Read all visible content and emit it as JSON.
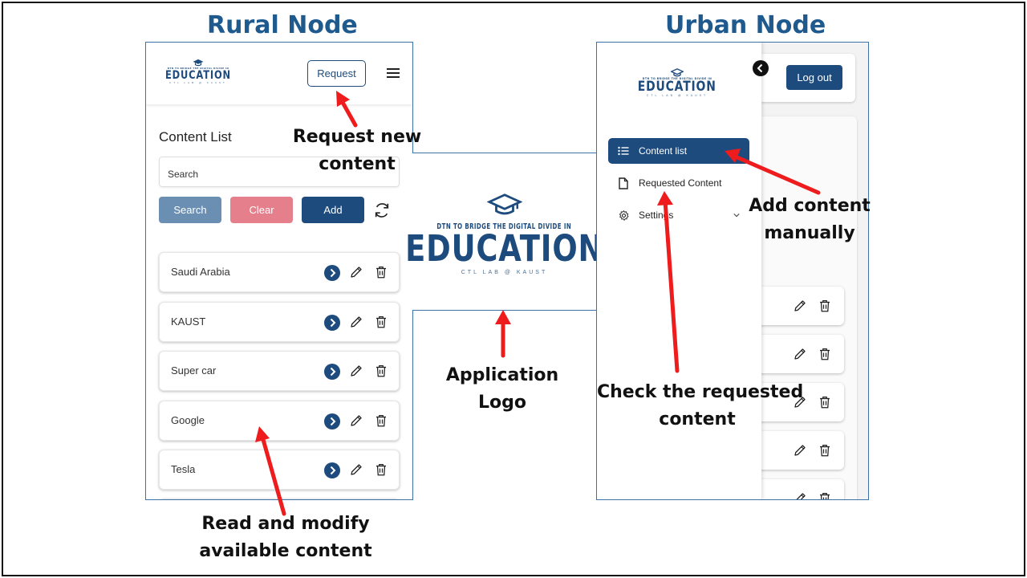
{
  "titles": {
    "rural": "Rural Node",
    "urban": "Urban Node"
  },
  "logo": {
    "tagline": "DTN TO BRIDGE THE DIGITAL DIVIDE IN",
    "wordmark": "EDUCATION",
    "subline": "CTL LAB @ KAUST"
  },
  "rural": {
    "request_label": "Request",
    "content_list_title": "Content List",
    "search_placeholder": "Search",
    "search_button": "Search",
    "clear_button": "Clear",
    "add_button": "Add",
    "items": [
      "Saudi Arabia",
      "KAUST",
      "Super car",
      "Google",
      "Tesla"
    ]
  },
  "urban": {
    "logout_label": "Log out",
    "menu": {
      "content_list": "Content list",
      "requested_content": "Requested Content",
      "settings": "Settings"
    }
  },
  "annotations": {
    "request_new": [
      "Request new",
      "content"
    ],
    "app_logo": [
      "Application",
      "Logo"
    ],
    "read_modify": [
      "Read and modify",
      "available content"
    ],
    "add_manual": [
      "Add content",
      "manually"
    ],
    "check_requested": [
      "Check the requested",
      "content"
    ]
  },
  "colors": {
    "brand_navy": "#1e4b7d",
    "title_blue": "#1f5a8f",
    "search_btn": "#6a8fb3",
    "clear_btn": "#e57f8c",
    "arrow_red": "#ee1c1c"
  },
  "icons": [
    "graduation-cap-icon",
    "hamburger-menu-icon",
    "refresh-icon",
    "chevron-right-circle-icon",
    "pencil-icon",
    "trash-icon",
    "list-icon",
    "document-icon",
    "gear-icon",
    "chevron-down-icon",
    "close-circle-icon"
  ]
}
